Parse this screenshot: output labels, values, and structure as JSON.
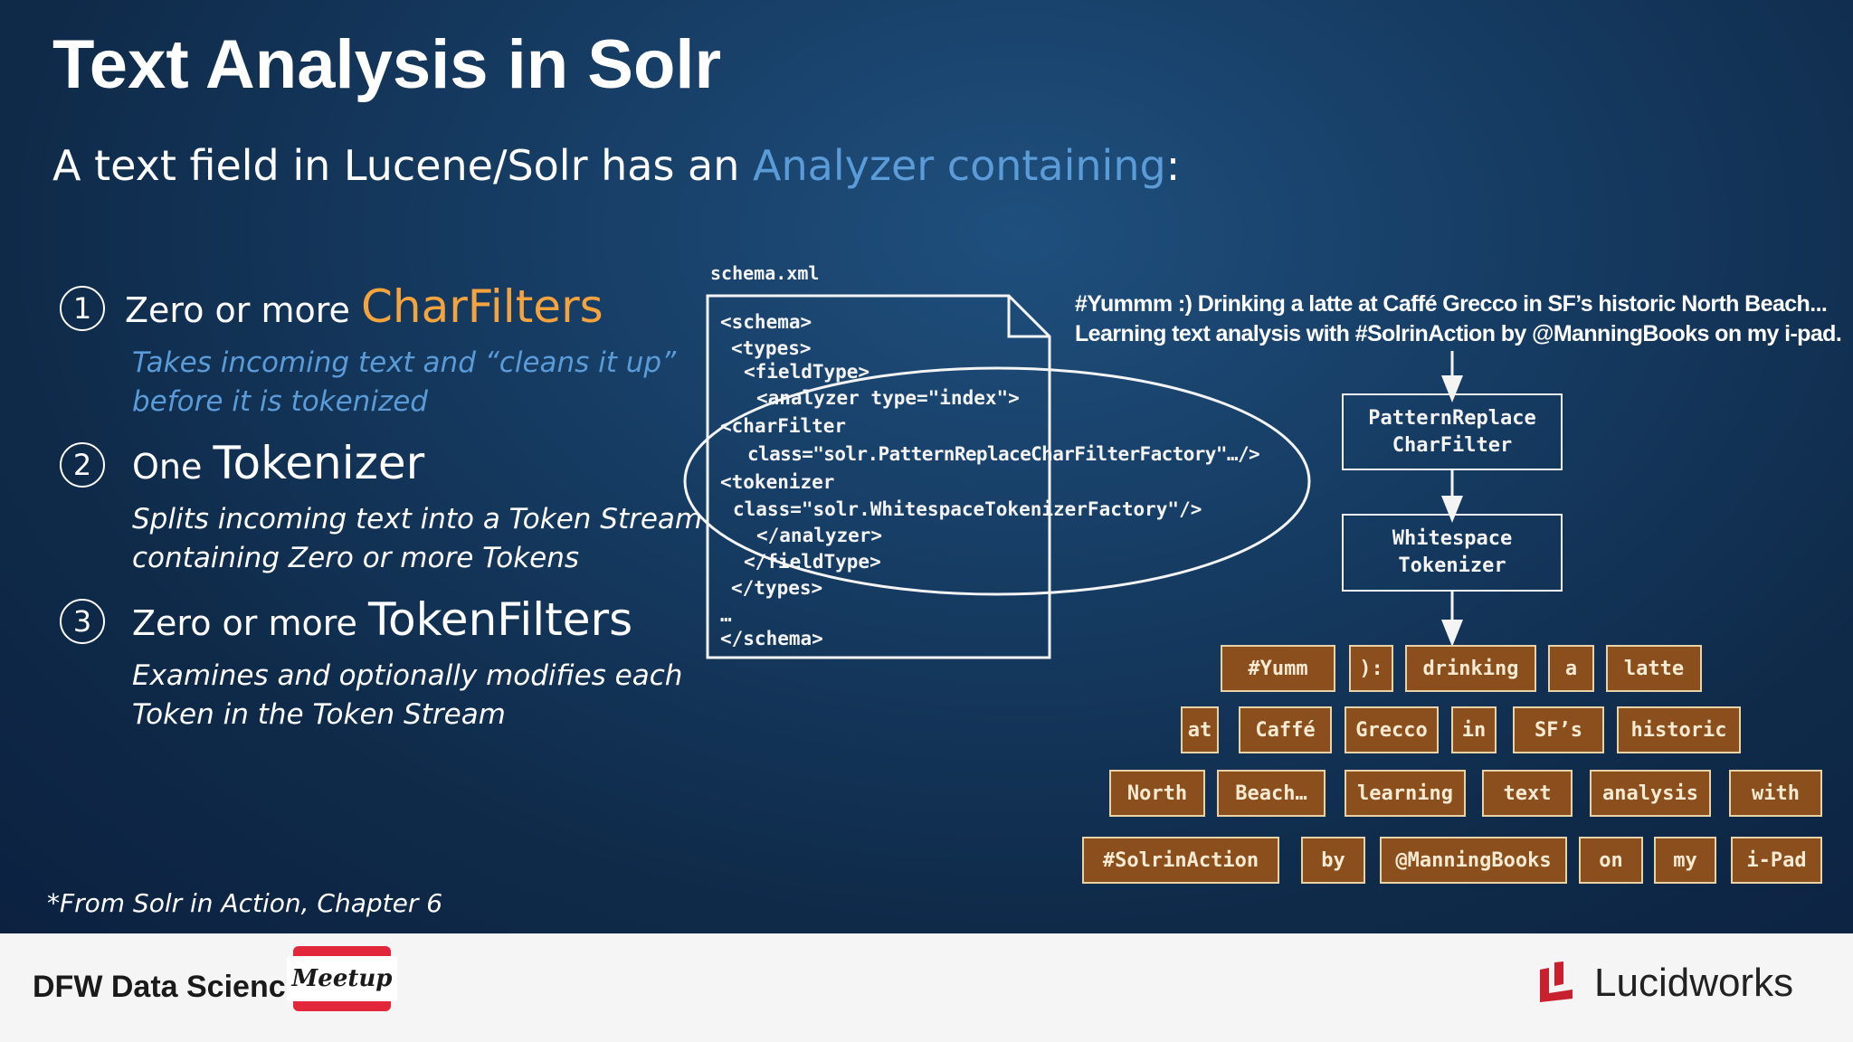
{
  "title": "Text Analysis in Solr",
  "subtitle": {
    "prefix": "A text field in Lucene/Solr has an ",
    "highlight": "Analyzer containing",
    "suffix": ":"
  },
  "items": [
    {
      "number": "1",
      "prefix": "Zero or more ",
      "term": "CharFilters",
      "description": [
        "Takes incoming text and “cleans it up”",
        "before it is tokenized"
      ]
    },
    {
      "number": "2",
      "prefix": "One ",
      "term": "Tokenizer",
      "description": [
        "Splits incoming text into a Token Stream",
        "containing Zero or more Tokens"
      ]
    },
    {
      "number": "3",
      "prefix": "Zero or more ",
      "term": "TokenFilters",
      "description": [
        "Examines and optionally modifies each",
        "Token in the Token Stream"
      ]
    }
  ],
  "footnote": "*From Solr in Action, Chapter 6",
  "schema": {
    "caption": "schema.xml",
    "lines": [
      "<schema>",
      " <types>",
      "  <fieldType>",
      "   <analyzer type=\"index\">",
      "<charFilter",
      "  class=\"solr.PatternReplaceCharFilterFactory\"…/>",
      "<tokenizer",
      " class=\"solr.WhitespaceTokenizerFactory\"/>",
      "   </analyzer>",
      "  </fieldType>",
      " </types>",
      "…",
      "</schema>"
    ]
  },
  "tweet": [
    "#Yummm :) Drinking a latte at Caffé Grecco in SF’s historic North Beach...",
    "Learning text analysis with #SolrinAction by @ManningBooks on my i-pad."
  ],
  "pipeline": {
    "charfilter": [
      "PatternReplace",
      "CharFilter"
    ],
    "tokenizer": [
      "Whitespace",
      "Tokenizer"
    ]
  },
  "token_rows": [
    [
      "#Yumm",
      "):",
      "drinking",
      "a",
      "latte"
    ],
    [
      "at",
      "Caffé",
      "Grecco",
      "in",
      "SF’s",
      "historic"
    ],
    [
      "North",
      "Beach…",
      "learning",
      "text",
      "analysis",
      "with"
    ],
    [
      "#SolrinAction",
      "by",
      "@ManningBooks",
      "on",
      "my",
      "i-Pad"
    ]
  ],
  "footer": {
    "group": "DFW Data Science",
    "meetup_badge": "Meetup",
    "brand": "Lucidworks"
  },
  "colors": {
    "accent_blue": "#5b9bd8",
    "accent_orange": "#f5a33e",
    "token_fill": "#8a4f1d",
    "meetup_red": "#e2273a",
    "lucidworks_red": "#c8202f"
  }
}
